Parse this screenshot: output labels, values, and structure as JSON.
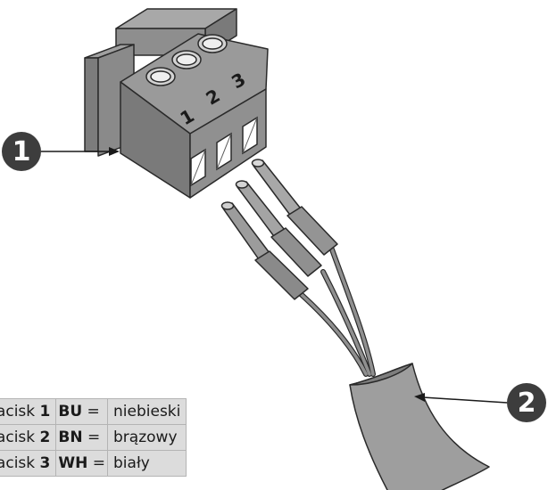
{
  "callouts": [
    "1",
    "2"
  ],
  "terminal_numbers": [
    "1",
    "2",
    "3"
  ],
  "legend": {
    "rows": [
      {
        "label": "zacisk",
        "number": "1",
        "code": "BU",
        "equals": "=",
        "color_name": "niebieski"
      },
      {
        "label": "zacisk",
        "number": "2",
        "code": "BN",
        "equals": "=",
        "color_name": "brązowy"
      },
      {
        "label": "zacisk",
        "number": "3",
        "code": "WH",
        "equals": "=",
        "color_name": "biały"
      }
    ]
  },
  "colors": {
    "connector_body": "#8e8e8e",
    "connector_dark": "#6f6f6f",
    "cable_sheath": "#9e9e9e",
    "callout_fill": "#3d3d3d"
  }
}
